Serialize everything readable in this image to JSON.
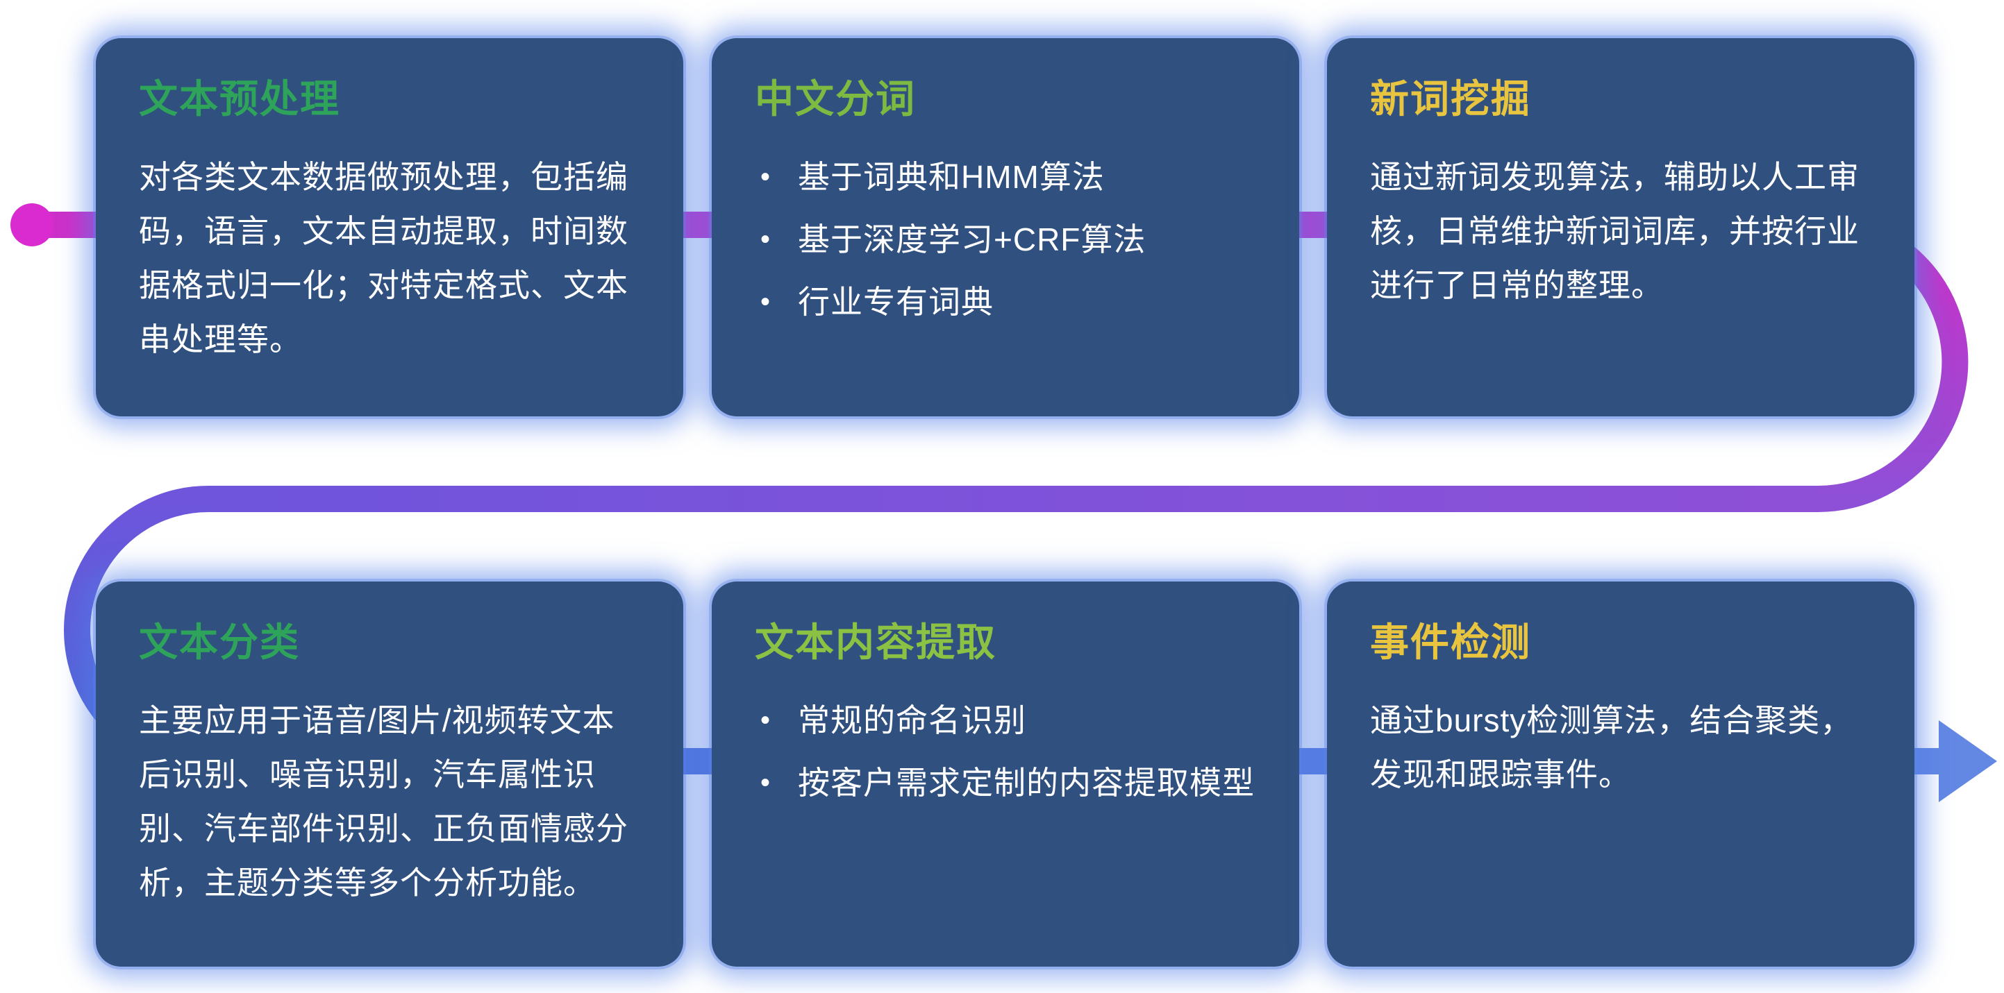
{
  "theme": {
    "background": "#ffffff",
    "card_bg": "#30507f",
    "body_text_color": "#ffffff"
  },
  "flow": {
    "dot_color": "#d92bd0",
    "magenta": "#cd30c8",
    "purple": "#8e50d7",
    "violet": "#6e55dc",
    "blue": "#4a6ad8",
    "blue_light": "#6388e4"
  },
  "cards": [
    {
      "id": "text-preprocessing",
      "title": "文本预处理",
      "title_color": "#2ea35a",
      "body": "对各类文本数据做预处理，包括编码，语言，文本自动提取，时间数据格式归一化；对特定格式、文本串处理等。"
    },
    {
      "id": "chinese-word-segmentation",
      "title": "中文分词",
      "title_color": "#7cba42",
      "bullets": [
        "基于词典和HMM算法",
        "基于深度学习+CRF算法",
        "行业专有词典"
      ]
    },
    {
      "id": "new-word-mining",
      "title": "新词挖掘",
      "title_color": "#e9c53f",
      "body": "通过新词发现算法，辅助以人工审核，日常维护新词词库，并按行业进行了日常的整理。"
    },
    {
      "id": "text-classification",
      "title": "文本分类",
      "title_color": "#2ea35a",
      "body": "主要应用于语音/图片/视频转文本后识别、噪音识别，汽车属性识别、汽车部件识别、正负面情感分析，主题分类等多个分析功能。"
    },
    {
      "id": "text-content-extraction",
      "title": "文本内容提取",
      "title_color": "#8cc243",
      "bullets": [
        "常规的命名识别",
        "按客户需求定制的内容提取模型"
      ]
    },
    {
      "id": "event-detection",
      "title": "事件检测",
      "title_color": "#e9c53f",
      "body": "通过bursty检测算法，结合聚类，发现和跟踪事件。"
    }
  ]
}
